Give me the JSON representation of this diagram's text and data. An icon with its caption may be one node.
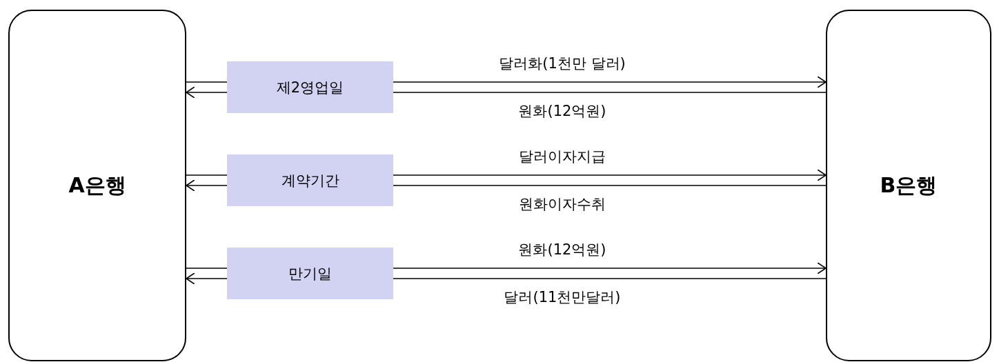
{
  "diagram": {
    "nodes": [
      {
        "text": [
          "A은행"
        ]
      },
      {
        "text": [
          "B은행"
        ]
      },
      {
        "text": [
          "제2영업일"
        ]
      },
      {
        "text": [
          "계약기간"
        ]
      },
      {
        "text": [
          "만기일"
        ]
      }
    ],
    "edges": [
      {
        "from": 0,
        "to": 2,
        "arrow": "none"
      },
      {
        "from": 2,
        "to": 1,
        "arrow": "to",
        "label": "달러화(1천만 달러)"
      },
      {
        "from": 1,
        "to": 2,
        "arrow": "none",
        "label": "원화(12억원)"
      },
      {
        "from": 2,
        "to": 0,
        "arrow": "to"
      },
      {
        "from": 0,
        "to": 3,
        "arrow": "none"
      },
      {
        "from": 3,
        "to": 1,
        "arrow": "to",
        "label": "달러이자지급"
      },
      {
        "from": 1,
        "to": 3,
        "arrow": "none",
        "label": "원화이자수취"
      },
      {
        "from": 3,
        "to": 0,
        "arrow": "to"
      },
      {
        "from": 0,
        "to": 4,
        "arrow": "none"
      },
      {
        "from": 4,
        "to": 1,
        "arrow": "to",
        "label": "원화(12억원)"
      },
      {
        "from": 1,
        "to": 4,
        "arrow": "none",
        "label": "달러(11천만달러)"
      },
      {
        "from": 4,
        "to": 0,
        "arrow": "to"
      }
    ]
  }
}
